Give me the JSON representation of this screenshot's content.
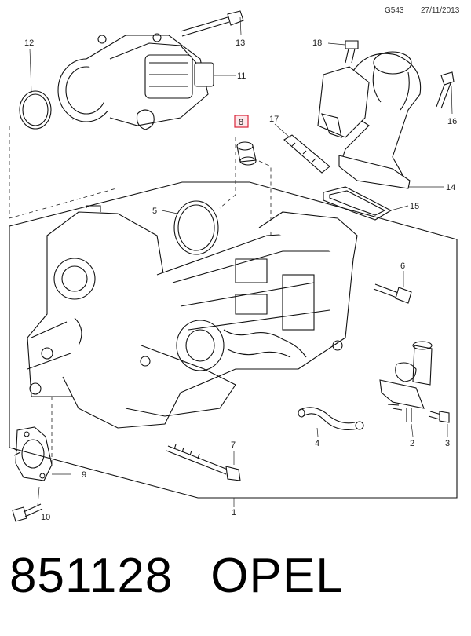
{
  "header": {
    "ref": "G543",
    "date": "27/11/2013"
  },
  "callouts": {
    "c1": "1",
    "c2": "2",
    "c3": "3",
    "c4": "4",
    "c5": "5",
    "c6": "6",
    "c7": "7",
    "c8": "8",
    "c9": "9",
    "c10": "10",
    "c11": "11",
    "c12": "12",
    "c13": "13",
    "c14": "14",
    "c15": "15",
    "c16": "16",
    "c17": "17",
    "c18": "18"
  },
  "highlight_color": "#d9263a",
  "footer": {
    "part_number": "851128",
    "brand": "OPEL"
  }
}
